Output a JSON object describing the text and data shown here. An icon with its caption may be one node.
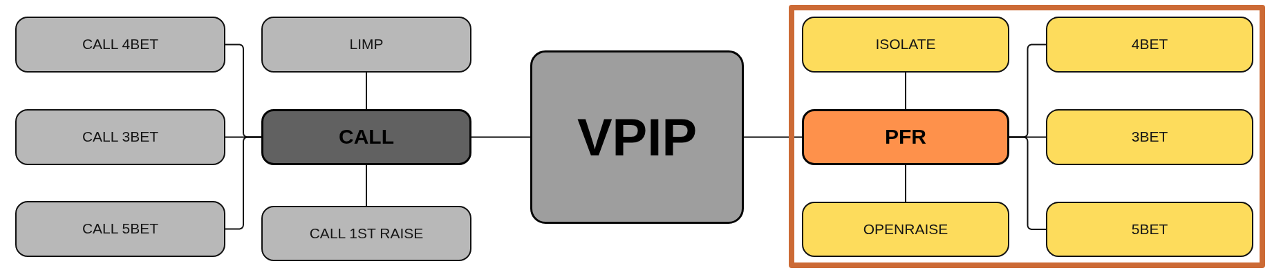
{
  "diagram": {
    "nodes": [
      {
        "text": [
          "CALL 4BET"
        ]
      },
      {
        "text": [
          "CALL 3BET"
        ]
      },
      {
        "text": [
          "CALL 5BET"
        ]
      },
      {
        "text": [
          "LIMP"
        ]
      },
      {
        "text": [
          "CALL"
        ]
      },
      {
        "text": [
          "CALL 1ST RAISE"
        ]
      },
      {
        "text": [
          "VPIP"
        ]
      },
      {
        "text": [],
        "shape": "box"
      },
      {
        "text": [
          "ISOLATE"
        ],
        "in": 7
      },
      {
        "text": [
          "PFR"
        ],
        "in": 7
      },
      {
        "text": [
          "OPENRAISE"
        ],
        "in": 7
      },
      {
        "text": [
          "4BET"
        ],
        "in": 7
      },
      {
        "text": [
          "3BET"
        ],
        "in": 7
      },
      {
        "text": [
          "5BET"
        ],
        "in": 7
      }
    ],
    "edges": [
      {
        "from": 6,
        "to": 4,
        "arrow": "none"
      },
      {
        "from": 6,
        "to": 9,
        "arrow": "none"
      },
      {
        "from": 4,
        "to": 3,
        "arrow": "none"
      },
      {
        "from": 4,
        "to": 5,
        "arrow": "none"
      },
      {
        "from": 4,
        "to": 0,
        "arrow": "none"
      },
      {
        "from": 4,
        "to": 1,
        "arrow": "none"
      },
      {
        "from": 4,
        "to": 2,
        "arrow": "none"
      },
      {
        "from": 9,
        "to": 8,
        "arrow": "none"
      },
      {
        "from": 9,
        "to": 10,
        "arrow": "none"
      },
      {
        "from": 9,
        "to": 11,
        "arrow": "none"
      },
      {
        "from": 9,
        "to": 12,
        "arrow": "none"
      },
      {
        "from": 9,
        "to": 13,
        "arrow": "none"
      }
    ]
  }
}
